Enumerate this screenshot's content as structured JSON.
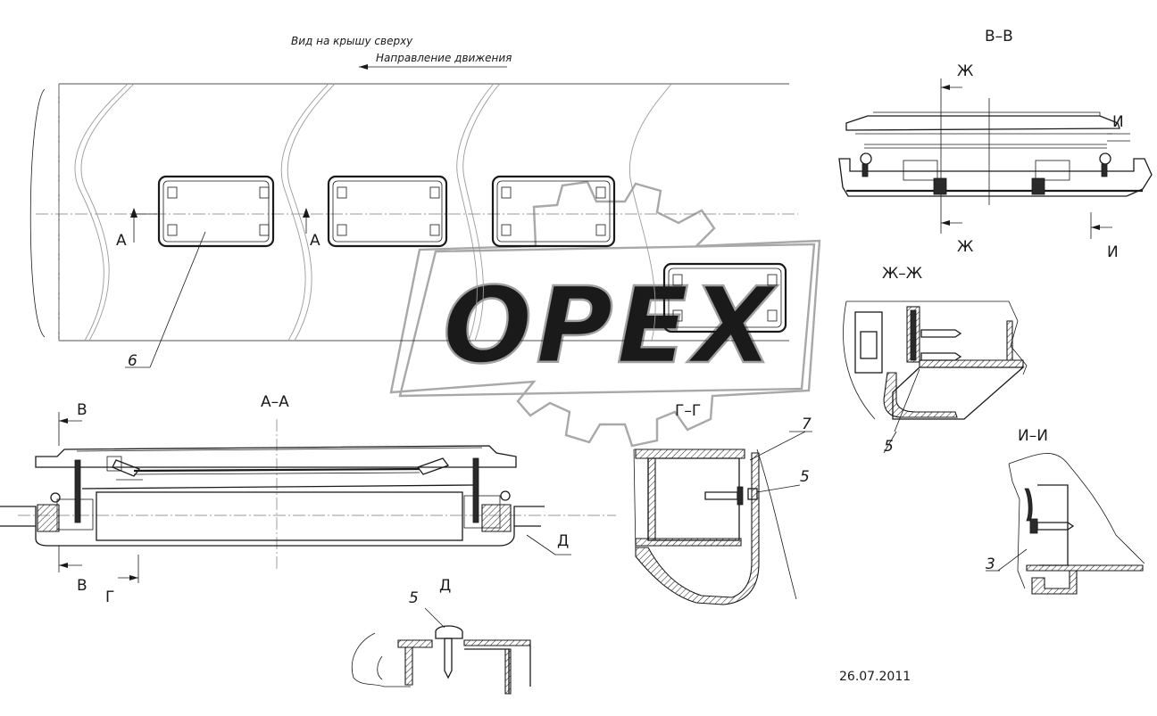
{
  "top_view": {
    "caption": "Вид на крышу сверху",
    "direction_caption": "Направление движения",
    "section_mark_left": "А",
    "section_mark_right": "А",
    "callout": "6"
  },
  "sections": {
    "a_a": {
      "title": "А–А",
      "cut_mark_top": "В",
      "cut_mark_bottom": "В",
      "cut_mark_g": "Г",
      "detail_mark": "Д"
    },
    "v_v": {
      "title": "В–В",
      "cut_mark_zh_top": "Ж",
      "cut_mark_zh_bottom": "Ж",
      "cut_mark_i_top": "И",
      "cut_mark_i_bottom": "И"
    },
    "zh_zh": {
      "title": "Ж–Ж",
      "callout": "5"
    },
    "g_g": {
      "title": "Г–Г",
      "callout_7": "7",
      "callout_5": "5"
    },
    "i_i": {
      "title": "И–И",
      "callout": "3"
    },
    "d": {
      "title": "Д",
      "callout": "5"
    }
  },
  "watermark": {
    "text": "OPEX",
    "color": "#a0a0a0"
  },
  "date": "26.07.2011"
}
